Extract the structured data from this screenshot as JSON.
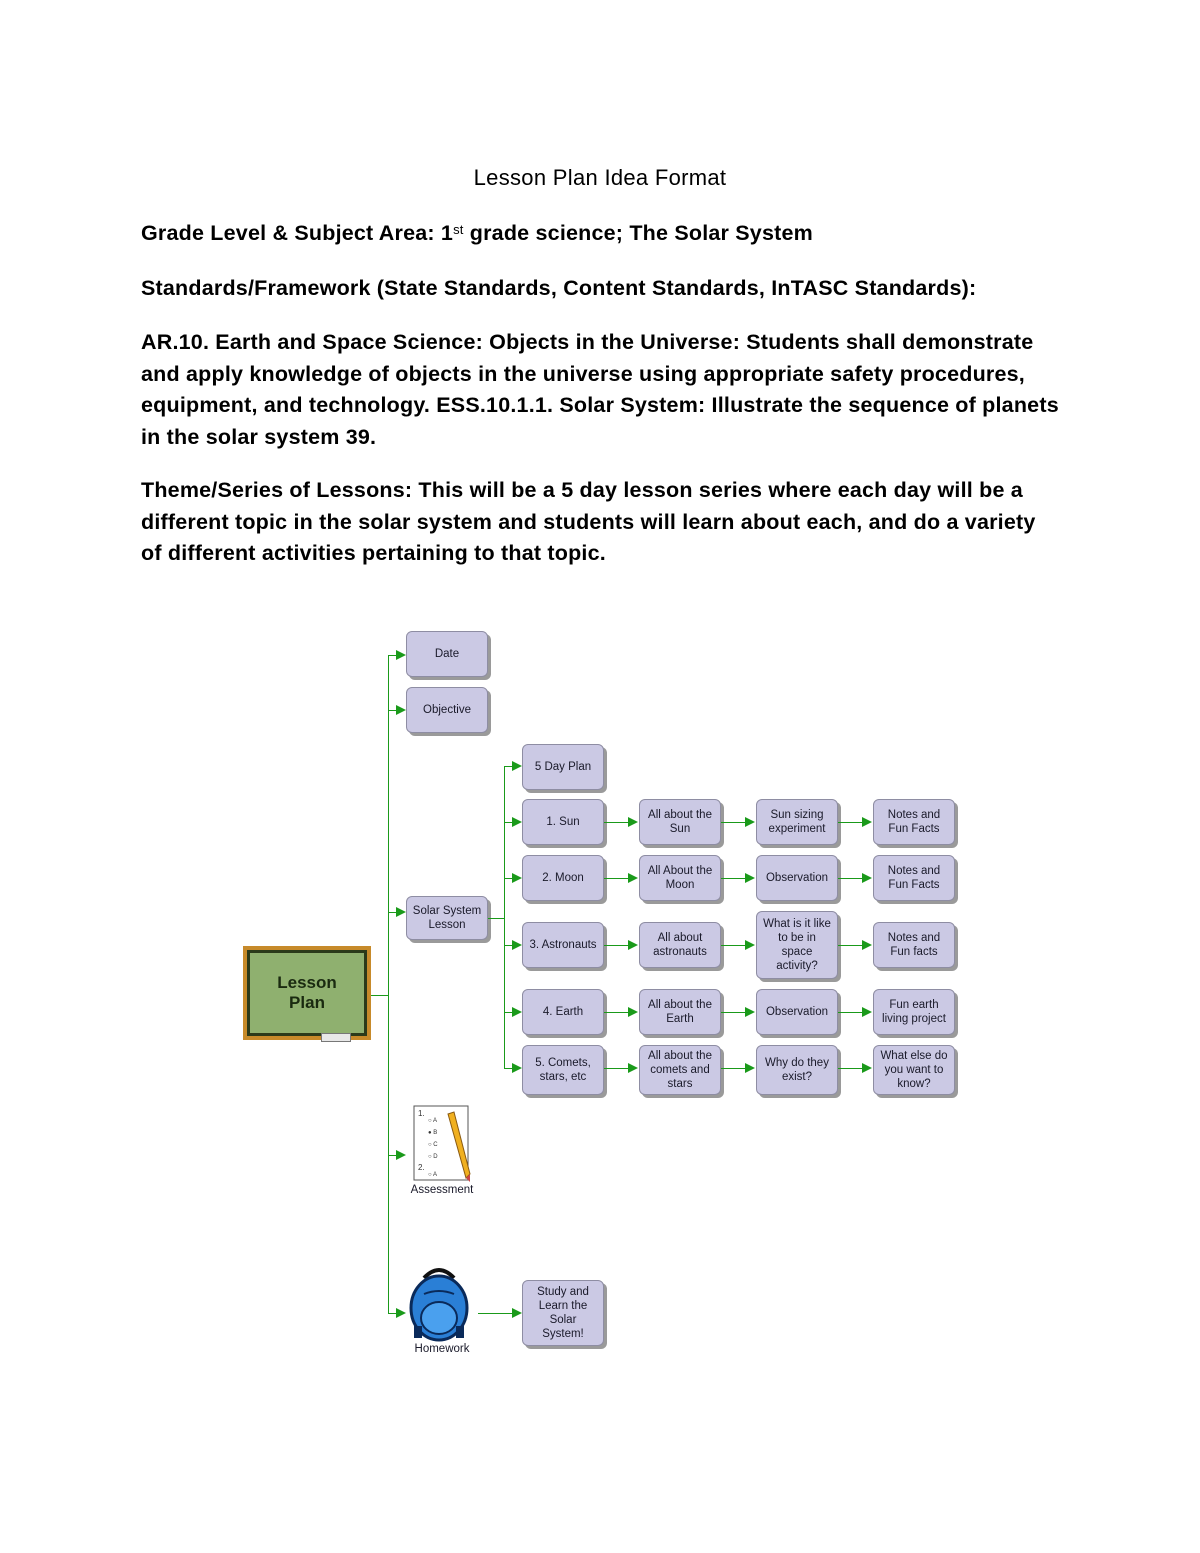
{
  "document": {
    "title": "Lesson Plan Idea Format",
    "grade_label": "Grade Level & Subject Area: 1",
    "grade_sup": "st",
    "grade_rest": " grade science; The Solar System",
    "standards_heading": "Standards/Framework (State Standards, Content Standards, InTASC Standards):",
    "standards_text": "AR.10. Earth and Space Science: Objects in the Universe: Students shall demonstrate and apply knowledge of objects in the universe using appropriate safety procedures, equipment, and technology. ESS.10.1.1. Solar System: Illustrate the sequence of planets in the solar system 39.",
    "theme_text": "Theme/Series of Lessons: This will be a 5 day lesson series where each day will be a different topic in the solar system and students will learn about each, and do a variety of different activities pertaining to that topic."
  },
  "diagram": {
    "root": "Lesson\nPlan",
    "branches": {
      "date": "Date",
      "objective": "Objective",
      "solar_system": "Solar System\nLesson",
      "assessment": "Assessment",
      "homework": "Homework",
      "homework_task": "Study and\nLearn the\nSolar\nSystem!"
    },
    "plan_header": "5 Day Plan",
    "days": [
      {
        "topic": "1. Sun",
        "step1": "All about the\nSun",
        "step2": "Sun sizing\nexperiment",
        "step3": "Notes and\nFun Facts"
      },
      {
        "topic": "2. Moon",
        "step1": "All About the\nMoon",
        "step2": "Observation",
        "step3": "Notes and\nFun Facts"
      },
      {
        "topic": "3. Astronauts",
        "step1": "All about\nastronauts",
        "step2": "What is it like\nto be in\nspace\nactivity?",
        "step3": "Notes and\nFun facts"
      },
      {
        "topic": "4. Earth",
        "step1": "All about the\nEarth",
        "step2": "Observation",
        "step3": "Fun earth\nliving project"
      },
      {
        "topic": "5. Comets,\nstars, etc",
        "step1": "All about the\ncomets and\nstars",
        "step2": "Why do they\nexist?",
        "step3": "What else do\nyou want to\nknow?"
      }
    ],
    "colors": {
      "node_fill": "#cbc9e4",
      "connector": "#1a9a1a",
      "chalk": "#8fb06f",
      "frame": "#c78a2a",
      "backpack": "#2a7fd6"
    },
    "icons": [
      "chalkboard-icon",
      "test-paper-pencil-icon",
      "backpack-icon"
    ]
  }
}
